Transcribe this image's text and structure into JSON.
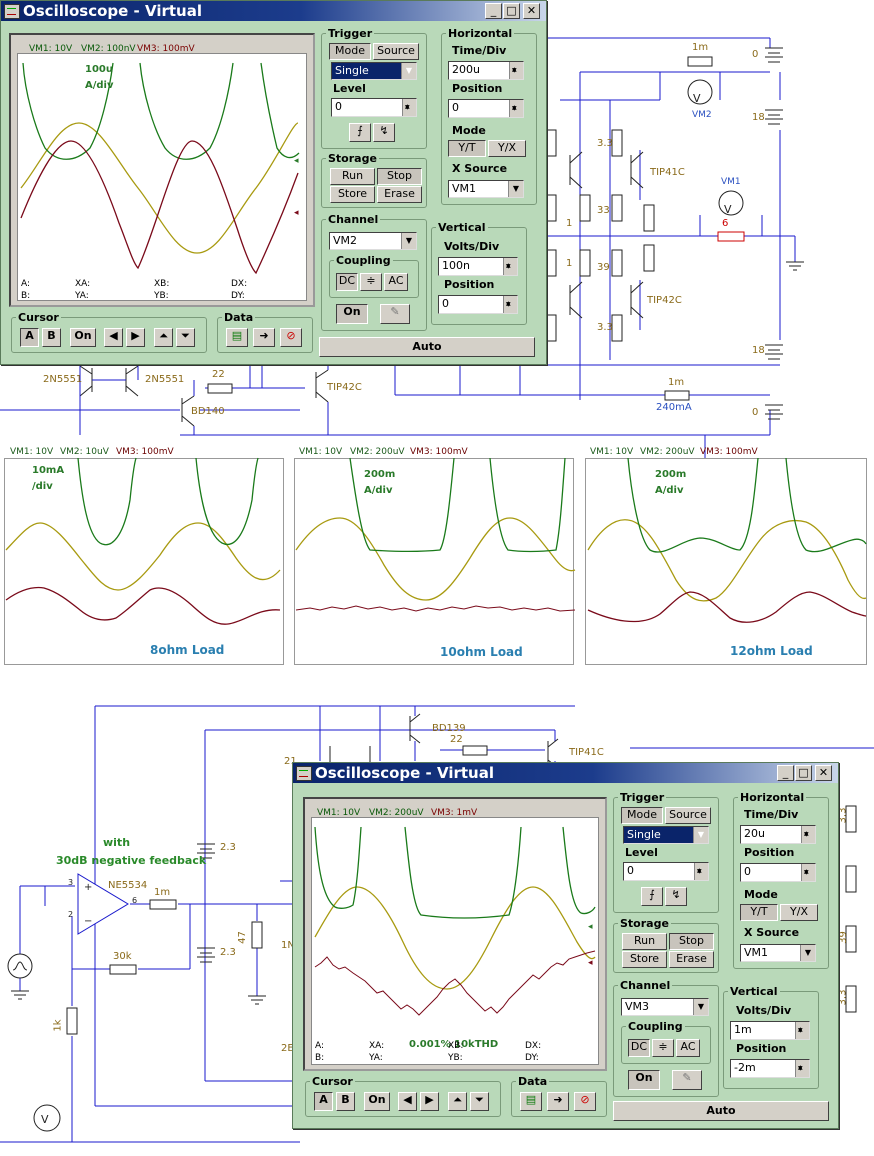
{
  "scope1": {
    "title": "Oscilloscope - Virtual",
    "header": {
      "vm1": "VM1: 10V",
      "vm2": "VM2: 100nV",
      "vm3": "VM3: 100mV"
    },
    "scale_label": "100u",
    "scale_unit": "A/div",
    "readouts": {
      "a": "A:",
      "xa": "XA:",
      "xb": "XB:",
      "dx": "DX:",
      "b": "B:",
      "ya": "YA:",
      "yb": "YB:",
      "dy": "DY:"
    },
    "trigger": {
      "title": "Trigger",
      "mode": "Mode",
      "source": "Source",
      "select": "Single",
      "level_label": "Level",
      "level": "0"
    },
    "horizontal": {
      "title": "Horizontal",
      "timediv_label": "Time/Div",
      "timediv": "200u",
      "position_label": "Position",
      "position": "0",
      "mode_label": "Mode",
      "yt": "Y/T",
      "yx": "Y/X",
      "xsource_label": "X Source",
      "xsource": "VM1"
    },
    "storage": {
      "title": "Storage",
      "run": "Run",
      "stop": "Stop",
      "store": "Store",
      "erase": "Erase"
    },
    "channel": {
      "title": "Channel",
      "select": "VM2",
      "coupling": "Coupling",
      "dc": "DC",
      "gnd": "≑",
      "ac": "AC",
      "on": "On"
    },
    "vertical": {
      "title": "Vertical",
      "voltsdiv_label": "Volts/Div",
      "voltsdiv": "100n",
      "position_label": "Position",
      "position": "0"
    },
    "cursor": {
      "title": "Cursor",
      "a": "A",
      "b": "B",
      "on": "On"
    },
    "data": {
      "title": "Data"
    },
    "auto": "Auto"
  },
  "scope2": {
    "title": "Oscilloscope - Virtual",
    "header": {
      "vm1": "VM1: 10V",
      "vm2": "VM2: 200uV",
      "vm3": "VM3: 1mV"
    },
    "thd": "0.001% 10kTHD",
    "readouts": {
      "a": "A:",
      "xa": "XA:",
      "xb": "XB:",
      "dx": "DX:",
      "b": "B:",
      "ya": "YA:",
      "yb": "YB:",
      "dy": "DY:"
    },
    "trigger": {
      "title": "Trigger",
      "mode": "Mode",
      "source": "Source",
      "select": "Single",
      "level_label": "Level",
      "level": "0"
    },
    "horizontal": {
      "title": "Horizontal",
      "timediv_label": "Time/Div",
      "timediv": "20u",
      "position_label": "Position",
      "position": "0",
      "mode_label": "Mode",
      "yt": "Y/T",
      "yx": "Y/X",
      "xsource_label": "X Source",
      "xsource": "VM1"
    },
    "storage": {
      "title": "Storage",
      "run": "Run",
      "stop": "Stop",
      "store": "Store",
      "erase": "Erase"
    },
    "channel": {
      "title": "Channel",
      "select": "VM3",
      "coupling": "Coupling",
      "dc": "DC",
      "gnd": "≑",
      "ac": "AC",
      "on": "On"
    },
    "vertical": {
      "title": "Vertical",
      "voltsdiv_label": "Volts/Div",
      "voltsdiv": "1m",
      "position_label": "Position",
      "position": "-2m"
    },
    "cursor": {
      "title": "Cursor",
      "a": "A",
      "b": "B",
      "on": "On"
    },
    "data": {
      "title": "Data"
    },
    "auto": "Auto"
  },
  "panels": [
    {
      "header": {
        "vm1": "VM1: 10V",
        "vm2": "VM2: 10uV",
        "vm3": "VM3: 100mV"
      },
      "scale": "10mA",
      "unit": "/div",
      "caption": "8ohm Load"
    },
    {
      "header": {
        "vm1": "VM1: 10V",
        "vm2": "VM2: 200uV",
        "vm3": "VM3: 100mV"
      },
      "scale": "200m",
      "unit": "A/div",
      "caption": "10ohm Load"
    },
    {
      "header": {
        "vm1": "VM1: 10V",
        "vm2": "VM2: 200uV",
        "vm3": "VM3: 100mV"
      },
      "scale": "200m",
      "unit": "A/div",
      "caption": "12ohm Load"
    }
  ],
  "schematic_top": {
    "labels": {
      "r_1m_top": "1m",
      "vm2": "VM2",
      "b0_top": "0",
      "b18_top": "18",
      "b18_bot": "18",
      "b0_bot": "0",
      "tip41c": "TIP41C",
      "tip42c": "TIP42C",
      "vm1": "VM1",
      "r6": "6",
      "r33a": "3.3",
      "r33b": "3.3",
      "r1a": "1",
      "r1b": "1",
      "r33c": "33",
      "r39": "39",
      "q2n5551a": "2N5551",
      "q2n5551b": "2N5551",
      "r22": "22",
      "tip42c_b": "TIP42C",
      "bd140": "BD140",
      "r_1m_bot": "1m",
      "current": "240mA"
    }
  },
  "schematic_bottom": {
    "labels": {
      "with": "with",
      "feedback": "30dB negative feedback",
      "opamp": "NE5534",
      "r_1m": "1m",
      "r30k": "30k",
      "r1k": "1k",
      "v23a": "2.3",
      "v23b": "2.3",
      "r47": "47",
      "bd139": "BD139",
      "r22": "22",
      "tip41c": "TIP41C",
      "pin3": "3",
      "pin2": "2",
      "pin6": "6",
      "trunc_1n": "1N",
      "trunc_2e": "2E",
      "trunc_21": "21",
      "r33a": "3.3",
      "r33b": "3.3",
      "r39": "39"
    }
  }
}
